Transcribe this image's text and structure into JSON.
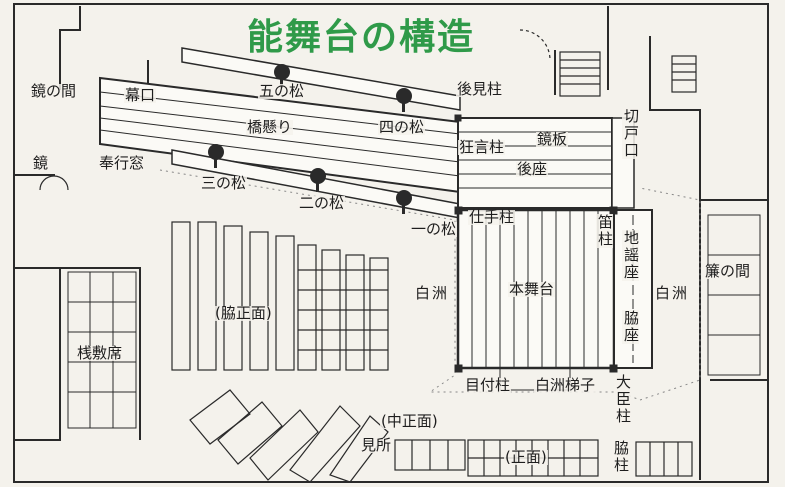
{
  "title": "能舞台の構造",
  "colors": {
    "title": "#2f9a49",
    "line": "#2a2a2a",
    "paper": "#f4f2ec"
  },
  "labels": {
    "kagami_no_ma": "鏡の間",
    "kagami": "鏡",
    "bugyo_mado": "奉行窓",
    "makuguchi": "幕口",
    "hashigakari": "橋懸り",
    "go_no_matsu": "五の松",
    "yon_no_matsu": "四の松",
    "san_no_matsu": "三の松",
    "ni_no_matsu": "二の松",
    "ichi_no_matsu": "一の松",
    "koken_bashira": "後見柱",
    "kyogen_bashira": "狂言柱",
    "kagami_ita": "鏡板",
    "ato_za": "後座",
    "kirido_guchi": "切戸口",
    "shite_bashira": "仕手柱",
    "fue_bashira": "笛柱",
    "jiutai_za": "地謡座",
    "shirasu": "白洲",
    "hon_butai": "本舞台",
    "waki_za": "脇座",
    "sudare_no_ma": "簾の間",
    "waki_shomen": "(脇正面)",
    "sajiki_seki": "桟敷席",
    "metsuke_bashira": "目付柱",
    "shirasu_hashigo": "白洲梯子",
    "daijin_bashira": "大臣柱",
    "naka_shomen": "(中正面)",
    "kensho": "見所",
    "shomen": "(正面)",
    "waki_bashira": "脇柱"
  }
}
